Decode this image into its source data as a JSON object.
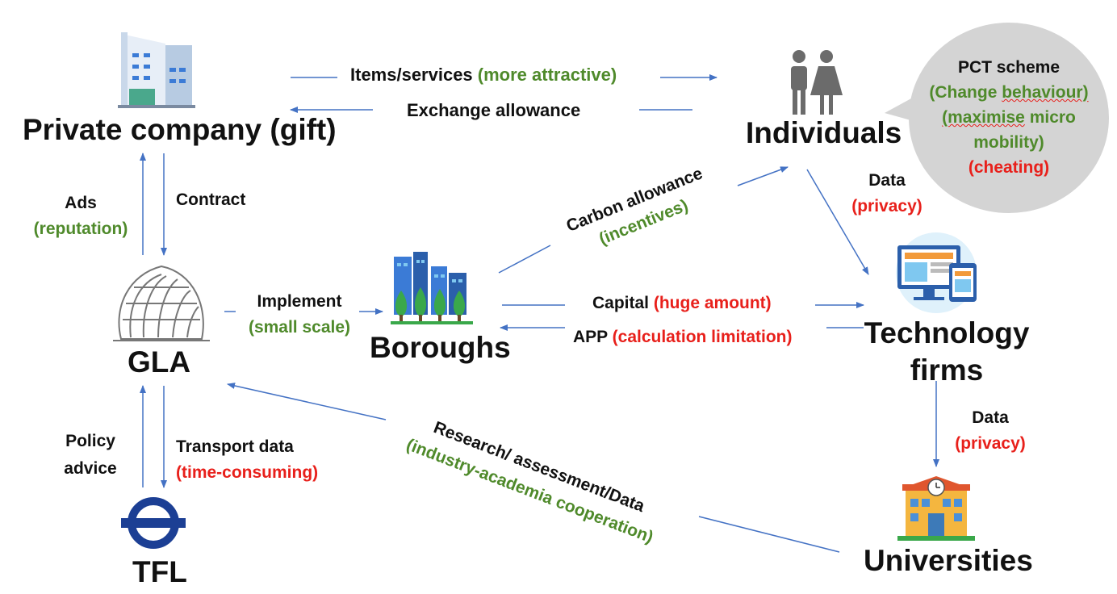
{
  "nodes": {
    "private_company": "Private company (gift)",
    "individuals": "Individuals",
    "gla": "GLA",
    "boroughs": "Boroughs",
    "technology_firms_line1": "Technology",
    "technology_firms_line2": "firms",
    "tfl": "TFL",
    "universities": "Universities"
  },
  "edges": {
    "items_services": {
      "main": "Items/services",
      "note": "(more attractive)"
    },
    "exchange_allowance": {
      "main": "Exchange allowance"
    },
    "ads": {
      "main": "Ads",
      "note": "(reputation)"
    },
    "contract": {
      "main": "Contract"
    },
    "implement": {
      "main": "Implement",
      "note": "(small scale)"
    },
    "carbon_allowance": {
      "main": "Carbon allowance",
      "note": "(incentives)"
    },
    "capital": {
      "main": "Capital",
      "note": "(huge amount)"
    },
    "app": {
      "main": "APP",
      "note": "(calculation limitation)"
    },
    "data_individuals": {
      "main": "Data",
      "note": "(privacy)"
    },
    "data_universities": {
      "main": "Data",
      "note": "(privacy)"
    },
    "policy_advice": {
      "line1": "Policy",
      "line2": "advice"
    },
    "transport_data": {
      "main": "Transport data",
      "note": "(time-consuming)"
    },
    "research": {
      "main": "Research/ assessment/Data",
      "note": "(industry-academia cooperation)"
    }
  },
  "pct_bubble": {
    "title": "PCT scheme",
    "line1_word1": "(Change",
    "line1_word2": "behaviour)",
    "line2_word1": "(maximise",
    "line2_word2": "micro",
    "line3": "mobility)",
    "line4": "(cheating)"
  },
  "colors": {
    "arrow": "#4472c4",
    "positive_note": "#4f8a2b",
    "negative_note": "#e8201b",
    "bubble": "#d4d4d4"
  },
  "icons": [
    "office-building-icon",
    "people-icon",
    "gherkin-building-icon",
    "city-trees-icon",
    "computer-devices-icon",
    "tfl-roundel-icon",
    "university-building-icon"
  ]
}
